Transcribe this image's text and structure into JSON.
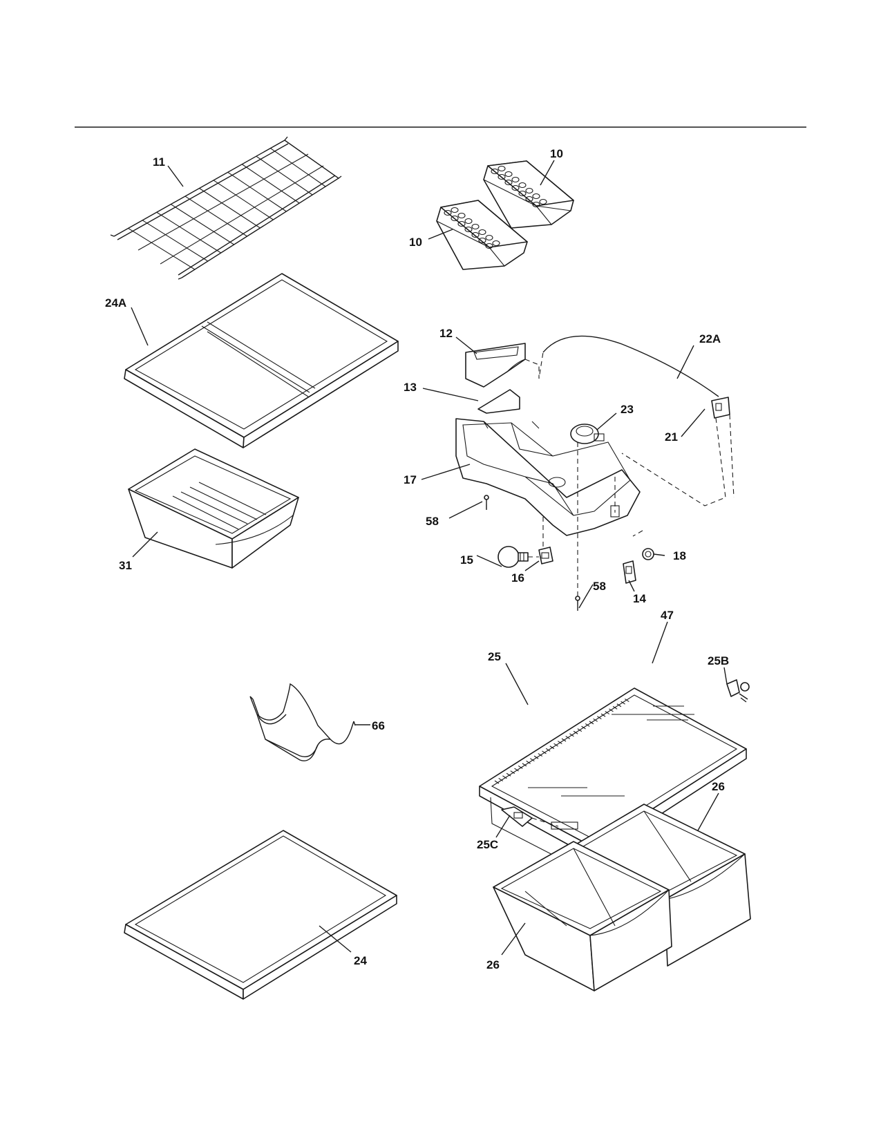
{
  "callouts": {
    "p11": "11",
    "p10a": "10",
    "p10b": "10",
    "p24A": "24A",
    "p12": "12",
    "p22A": "22A",
    "p13": "13",
    "p23": "23",
    "p21": "21",
    "p17": "17",
    "p58a": "58",
    "p18": "18",
    "p15": "15",
    "p16": "16",
    "p14": "14",
    "p58b": "58",
    "p31": "31",
    "p47": "47",
    "p25": "25",
    "p25B": "25B",
    "p66": "66",
    "p26a": "26",
    "p25C": "25C",
    "p24": "24",
    "p26b": "26"
  }
}
